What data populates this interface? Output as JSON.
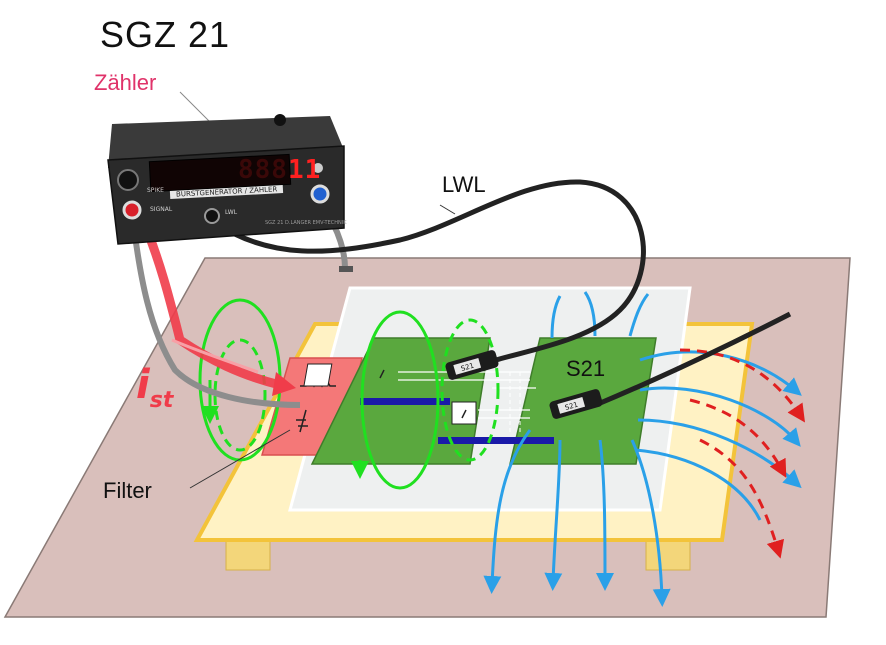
{
  "title": "SGZ 21",
  "labels": {
    "counter": "Zähler",
    "fiber": "LWL",
    "sensor": "S21",
    "filter": "Filter",
    "current_main": "i",
    "current_sub": "st"
  },
  "device": {
    "display_value": "11",
    "caption": "BURSTGENERATOR / ZÄHLER",
    "spike": "SPIKE",
    "signal": "SIGNAL",
    "lwl": "LWL",
    "maker": "SGZ 21  D.LANGER EMV-TECHNIK"
  },
  "probe_text": "S21",
  "colors": {
    "counter_label": "#e0336a",
    "current_arrow": "#f03c4a",
    "magnetic_field": "#20e020",
    "electric_field": "#2aa0e8",
    "field_dashed": "#e02020",
    "ground_plane": "#d9bfbb",
    "insulation": "#fff2c4",
    "pcb": "#5aa83e",
    "filter": "#f47878",
    "device_body": "#2a2a2a"
  }
}
